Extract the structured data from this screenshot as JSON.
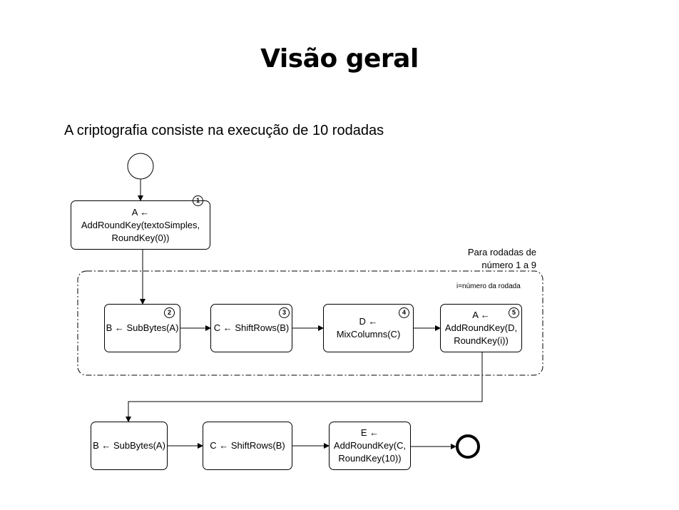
{
  "title": "Visão geral",
  "subtitle": "A criptografia consiste na execução de 10 rodadas",
  "loop_label": "Para rodadas de\nnúmero 1 a 9",
  "loop_note": "i=número da rodada",
  "steps": [
    {
      "text": "A ←\nAddRoundKey(textoSimples,\nRoundKey(0))",
      "badge": "1"
    },
    {
      "text": "B ← SubBytes(A)",
      "badge": "2"
    },
    {
      "text": "C ← ShiftRows(B)",
      "badge": "3"
    },
    {
      "text": "D ←\nMixColumns(C)",
      "badge": "4"
    },
    {
      "text": "A ←\nAddRoundKey(D,\nRoundKey(i))",
      "badge": "5"
    },
    {
      "text": "B ← SubBytes(A)"
    },
    {
      "text": "C ← ShiftRows(B)"
    },
    {
      "text": "E ←\nAddRoundKey(C,\nRoundKey(10))"
    }
  ]
}
